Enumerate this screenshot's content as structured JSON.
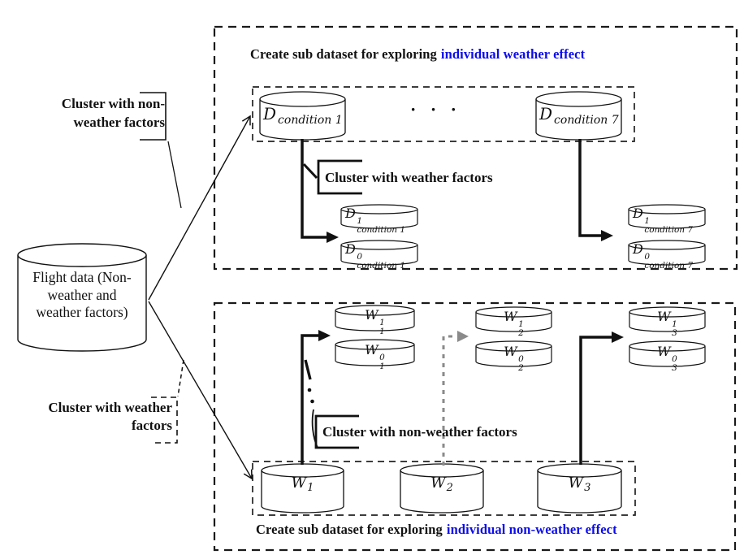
{
  "colors": {
    "accent_blue": "#0b0bee",
    "gray_arrow": "#8a8a8a",
    "ink": "#111111"
  },
  "source_cylinder": {
    "label": "Flight data (Non-weather and weather factors)"
  },
  "left_labels": {
    "top": {
      "line1": "Cluster with non-",
      "line2": "weather factors"
    },
    "bottom": {
      "line1": "Cluster with weather",
      "line2": "factors"
    }
  },
  "weather_section": {
    "title_prefix": "Create sub dataset for exploring",
    "title_highlight": "individual weather effect",
    "cluster_label": "Cluster with weather factors",
    "ellipsis": "· · ·",
    "d1": {
      "base": "D",
      "sub": "condition 1"
    },
    "d7": {
      "base": "D",
      "sub": "condition 7"
    },
    "d1_outputs": [
      {
        "base": "D",
        "sup": "1",
        "sub": "condition 1"
      },
      {
        "base": "D",
        "sup": "0",
        "sub": "condition 1"
      }
    ],
    "d7_outputs": [
      {
        "base": "D",
        "sup": "1",
        "sub": "condition 7"
      },
      {
        "base": "D",
        "sup": "0",
        "sub": "condition 7"
      }
    ]
  },
  "nonweather_section": {
    "title_prefix": "Create sub dataset for exploring",
    "title_highlight": "individual non-weather effect",
    "cluster_label": "Cluster with non-weather factors",
    "w_sources": [
      {
        "base": "W",
        "sub": "1"
      },
      {
        "base": "W",
        "sub": "2"
      },
      {
        "base": "W",
        "sub": "3"
      }
    ],
    "w1_outputs": [
      {
        "base": "W",
        "sup": "1",
        "sub": "1"
      },
      {
        "base": "W",
        "sup": "0",
        "sub": "1"
      }
    ],
    "w2_outputs": [
      {
        "base": "W",
        "sup": "1",
        "sub": "2"
      },
      {
        "base": "W",
        "sup": "0",
        "sub": "2"
      }
    ],
    "w3_outputs": [
      {
        "base": "W",
        "sup": "1",
        "sub": "3"
      },
      {
        "base": "W",
        "sup": "0",
        "sub": "3"
      }
    ]
  }
}
